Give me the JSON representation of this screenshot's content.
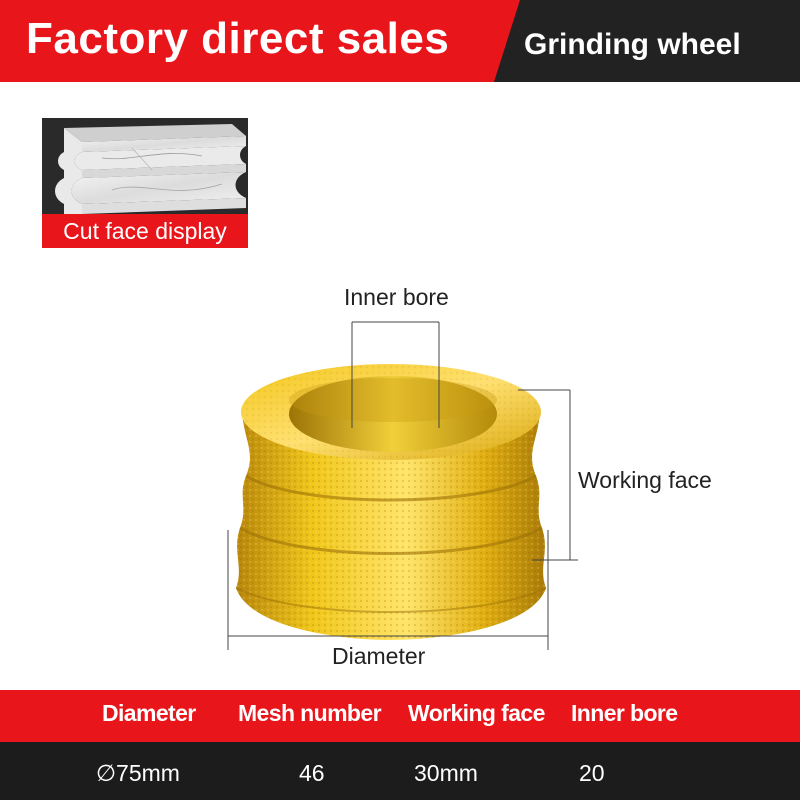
{
  "header": {
    "title": "Factory direct sales",
    "subtitle": "Grinding wheel"
  },
  "thumbnail": {
    "caption": "Cut face display"
  },
  "product": {
    "labels": {
      "inner_bore": "Inner bore",
      "working_face": "Working face",
      "diameter": "Diameter"
    }
  },
  "specs": {
    "headers": [
      "Diameter",
      "Mesh number",
      "Working face",
      "Inner bore"
    ],
    "values": [
      "∅75mm",
      "46",
      "30mm",
      "20"
    ]
  },
  "colors": {
    "accent_red": "#e8151b",
    "dark_band": "#222222",
    "wheel_gold": "#e6b812"
  }
}
